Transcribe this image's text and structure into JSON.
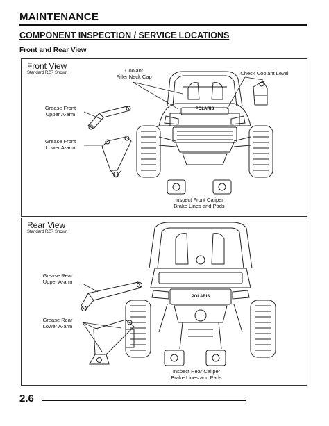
{
  "header": {
    "title": "MAINTENANCE"
  },
  "section": {
    "title": "COMPONENT INSPECTION / SERVICE LOCATIONS",
    "subtitle": "Front and Rear View"
  },
  "front_panel": {
    "title": "Front View",
    "note": "Standard RZR Shown",
    "labels": {
      "coolant_cap": "Coolant\nFiller Neck Cap",
      "check_coolant": "Check Coolant Level",
      "grease_upper": "Grease Front\nUpper A-arm",
      "grease_lower": "Grease Front\nLower A-arm",
      "caliper": "Inspect Front Caliper\nBrake Lines and Pads"
    },
    "brand": "POLARIS"
  },
  "rear_panel": {
    "title": "Rear View",
    "note": "Standard RZR Shown",
    "labels": {
      "grease_upper": "Grease Rear\nUpper A-arm",
      "grease_lower": "Grease Rear\nLower A-arm",
      "caliper": "Inspect Rear Caliper\nBrake Lines and Pads"
    },
    "brand": "POLARIS"
  },
  "footer": {
    "page": "2.6"
  }
}
